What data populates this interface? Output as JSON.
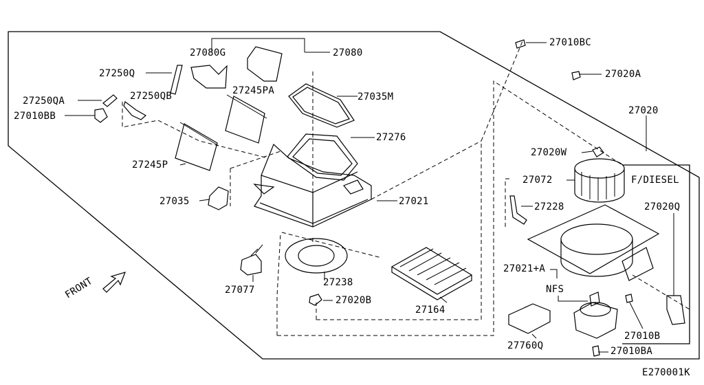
{
  "diagram": {
    "id": "E270001K",
    "front_label": "FRONT",
    "variant_label": "F/DIESEL",
    "nfs_label": "NFS",
    "parts": {
      "p27080G": "27080G",
      "p27080": "27080",
      "p27250Q": "27250Q",
      "p27245PA": "27245PA",
      "p27035M": "27035M",
      "p27250QA": "27250QA",
      "p27250QB": "27250QB",
      "p27010BB": "27010BB",
      "p27276": "27276",
      "p27245P": "27245P",
      "p27035": "27035",
      "p27021": "27021",
      "p27077": "27077",
      "p27238": "27238",
      "p27020B": "27020B",
      "p27164": "27164",
      "p27010BC": "27010BC",
      "p27020A": "27020A",
      "p27020": "27020",
      "p27020W": "27020W",
      "p27072": "27072",
      "p27228": "27228",
      "p27020Q": "27020Q",
      "p27021A": "27021+A",
      "p27010B": "27010B",
      "p27760Q": "27760Q",
      "p27010BA": "27010BA"
    }
  }
}
